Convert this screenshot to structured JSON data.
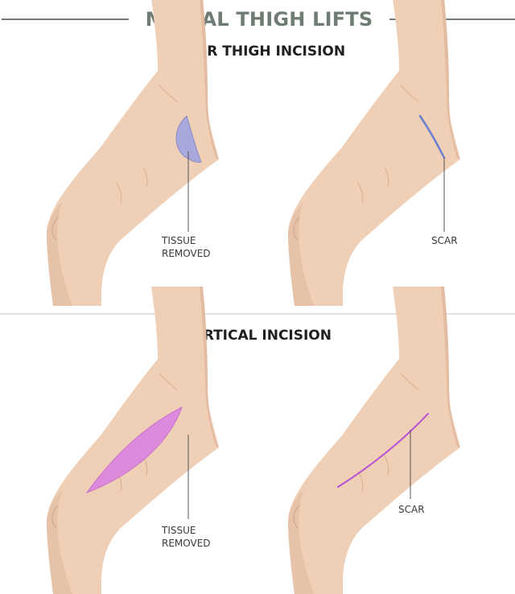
{
  "title": "MEDIAL THIGH LIFTS",
  "sections": [
    {
      "heading": "INNER THIGH INCISION",
      "panels": [
        {
          "label_line1": "TISSUE",
          "label_line2": "REMOVED"
        },
        {
          "label_line1": "SCAR",
          "label_line2": ""
        }
      ]
    },
    {
      "heading": "VERTICAL INCISION",
      "panels": [
        {
          "label_line1": "TISSUE",
          "label_line2": "REMOVED"
        },
        {
          "label_line1": "SCAR",
          "label_line2": ""
        }
      ]
    }
  ],
  "colors": {
    "title": "#6e7c73",
    "skin": "#f0cfb7",
    "skin_shadow": "#d9b39a",
    "inner_tissue": "#a9a8dc",
    "inner_scar": "#6b7fd0",
    "vertical_tissue": "#dc8bdc",
    "vertical_scar": "#b64fd1"
  }
}
